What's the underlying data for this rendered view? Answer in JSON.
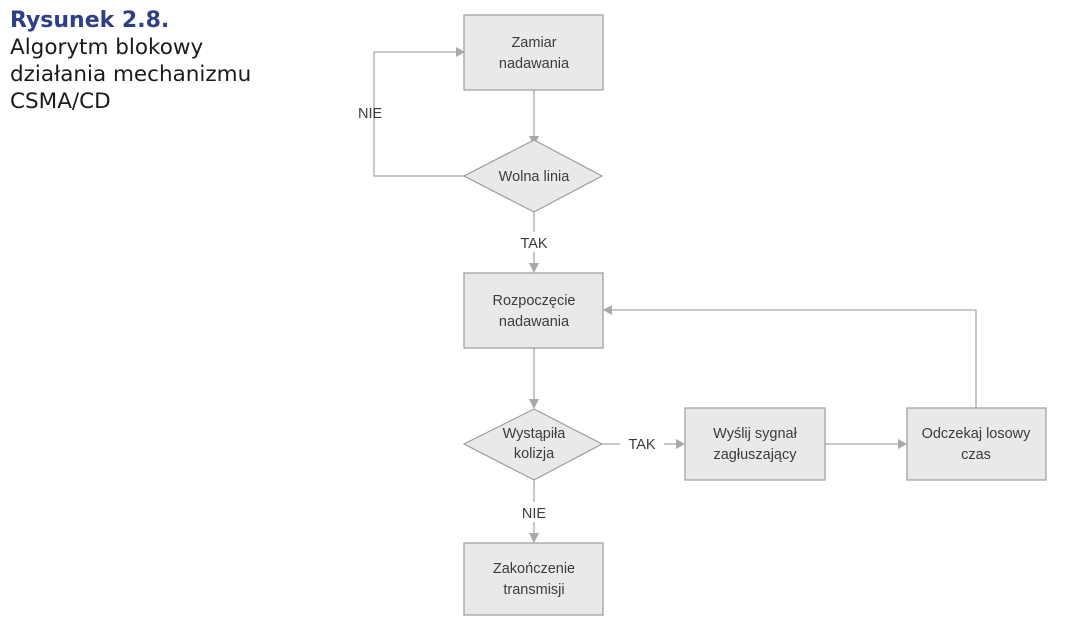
{
  "caption": {
    "label": "Rysunek 2.8.",
    "text": "Algorytm blokowy\ndziałania mechanizmu\nCSMA/CD"
  },
  "nodes": {
    "zamiar": [
      "Zamiar",
      "nadawania"
    ],
    "wolna": [
      "Wolna linia"
    ],
    "rozpoczecie": [
      "Rozpoczęcie",
      "nadawania"
    ],
    "kolizja": [
      "Wystąpiła",
      "kolizja"
    ],
    "sygnal": [
      "Wyślij sygnał",
      "zagłuszający"
    ],
    "odczekaj": [
      "Odczekaj losowy",
      "czas"
    ],
    "zakonczenie": [
      "Zakończenie",
      "transmisji"
    ]
  },
  "edge_labels": {
    "wolna_no": "NIE",
    "wolna_yes": "TAK",
    "kolizja_yes": "TAK",
    "kolizja_no": "NIE"
  }
}
